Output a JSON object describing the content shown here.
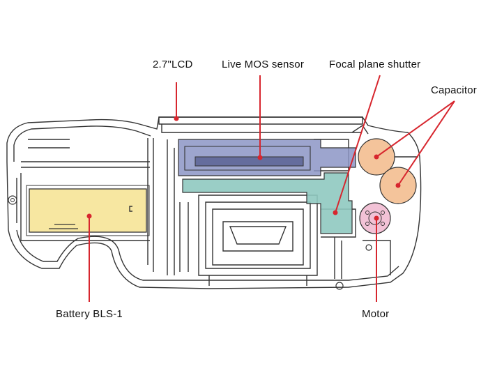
{
  "labels": {
    "lcd": "2.7\"LCD",
    "sensor": "Live MOS sensor",
    "shutter": "Focal plane shutter",
    "capacitor": "Capacitor",
    "battery": "Battery BLS-1",
    "motor": "Motor"
  },
  "colors": {
    "leader": "#d7262e",
    "outline": "#333333",
    "battery": "#f7e7a1",
    "sensor": "#8c95c6",
    "shutter": "#8fc9c0",
    "capacitor": "#f4c49b",
    "motor": "#f2c2d6"
  }
}
